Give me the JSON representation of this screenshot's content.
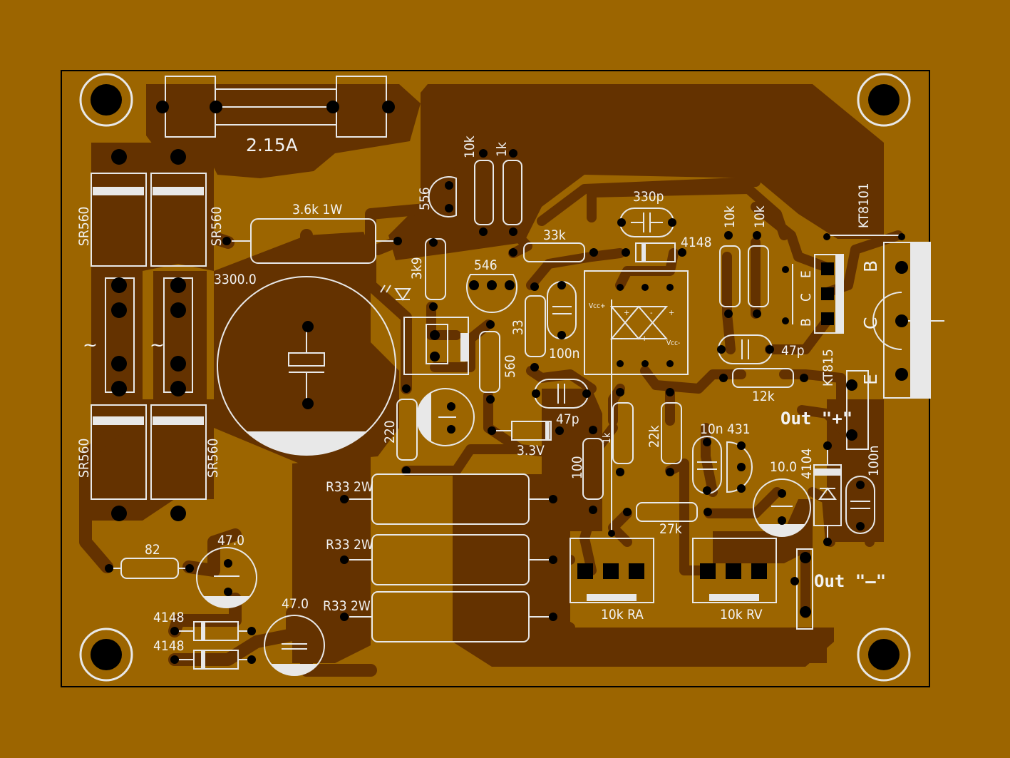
{
  "colors": {
    "background": "#9c6500",
    "copper": "#643200",
    "silkscreen": "#e8e8e8",
    "board_outline": "#000000"
  },
  "labels": {
    "fuse": "2.15A",
    "diode_tl": "SR560",
    "diode_tr": "SR560",
    "diode_bl": "SR560",
    "diode_br": "SR560",
    "ac1": "~",
    "ac2": "~",
    "r_3k6": "3.6k 1W",
    "cap_main": "3300.0",
    "r_82": "82",
    "cap_47_a": "47.0",
    "cap_47_b": "47.0",
    "d4148_a": "4148",
    "d4148_b": "4148",
    "q556": "556",
    "r_10k_a": "10k",
    "r_1k_a": "1k",
    "r_3k9": "3k9",
    "q546": "546",
    "r_33k": "33k",
    "c_330p": "330p",
    "d4148_c": "4148",
    "r_33": "33",
    "c_100n_a": "100n",
    "r_560": "560",
    "c_47p_a": "47p",
    "zener_3v3": "3.3V",
    "r_220": "220",
    "r_1k_b": "1k",
    "r_100": "100",
    "r_22k": "22k",
    "r_27k": "27k",
    "r_10k_b": "10k",
    "r_10k_c": "10k",
    "c_47p_b": "47p",
    "r_12k": "12k",
    "c_10n": "10n",
    "q431": "431",
    "cap_10": "10.0",
    "d4104": "4104",
    "c_100n_b": "100n",
    "kt815": "KT815",
    "kt8101": "KT8101",
    "pin_b_small": "B",
    "pin_c_small": "C",
    "pin_e_small": "E",
    "pin_b_big": "B",
    "pin_c_big": "C",
    "pin_e_big": "E",
    "out_plus": "Out \"+\"",
    "out_minus": "Out \"–\"",
    "r33_a": "R33 2W",
    "r33_b": "R33 2W",
    "r33_c": "R33 2W",
    "pot_ra": "10k RA",
    "pot_rv": "10k RV",
    "vcc_plus": "Vcc+",
    "vcc_minus": "Vcc-",
    "plus_a": "+",
    "plus_b": "+",
    "plus_c": "+",
    "minus_a": "-",
    "minus_b": "-"
  }
}
